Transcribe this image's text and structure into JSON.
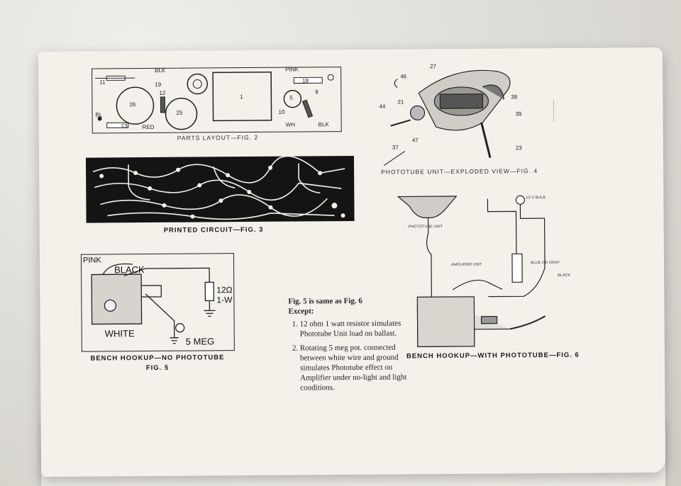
{
  "figures": {
    "fig2": {
      "caption": "PARTS LAYOUT—FIG. 2",
      "labels": {
        "blk_top": "BLK",
        "pink": "PINK",
        "n11": "11",
        "n19": "19",
        "n12": "12",
        "n26": "26",
        "n25": "25",
        "n1": "1",
        "n18": "18",
        "n8": "8",
        "n5": "5",
        "n10": "10",
        "bl": "BL",
        "n13": "13",
        "red": "RED",
        "wh": "WH",
        "blk_bot": "BLK"
      }
    },
    "fig3": {
      "caption": "PRINTED CIRCUIT—FIG. 3"
    },
    "fig4": {
      "caption": "PHOTOTUBE UNIT—EXPLODED VIEW—FIG. 4",
      "labels": {
        "n27": "27",
        "n46": "46",
        "n38": "38",
        "n21": "21",
        "n44": "44",
        "n39": "39",
        "n47": "47",
        "n37": "37",
        "n23": "23"
      }
    },
    "fig5": {
      "caption_line1": "BENCH HOOKUP—NO PHOTOTUBE",
      "caption_line2": "FIG. 5",
      "labels": {
        "pink": "PINK",
        "black": "BLACK",
        "white": "WHITE",
        "resistor": "12Ω",
        "watt": "1-W",
        "pot": "5 MEG"
      }
    },
    "fig6": {
      "caption": "BENCH HOOKUP—WITH PHOTOTUBE—FIG. 6",
      "labels": {
        "phototube_unit": "PHOTOTUBE UNIT",
        "amplifier_unit": "AMPLIFIER UNIT",
        "bulb": "12-V BULB",
        "black": "BLACK",
        "blue_gray": "BLUE OR GRAY"
      }
    }
  },
  "notes": {
    "heading": "Fig. 5 is same as Fig. 6",
    "except": "Except:",
    "items": [
      "12 ohm 1 watt resistor simulates Phototube Unit load on ballast.",
      "Rotating 5 meg pot. connected between white wire and ground simulates Phototube effect on Amplifier under no-light and light conditions."
    ]
  }
}
